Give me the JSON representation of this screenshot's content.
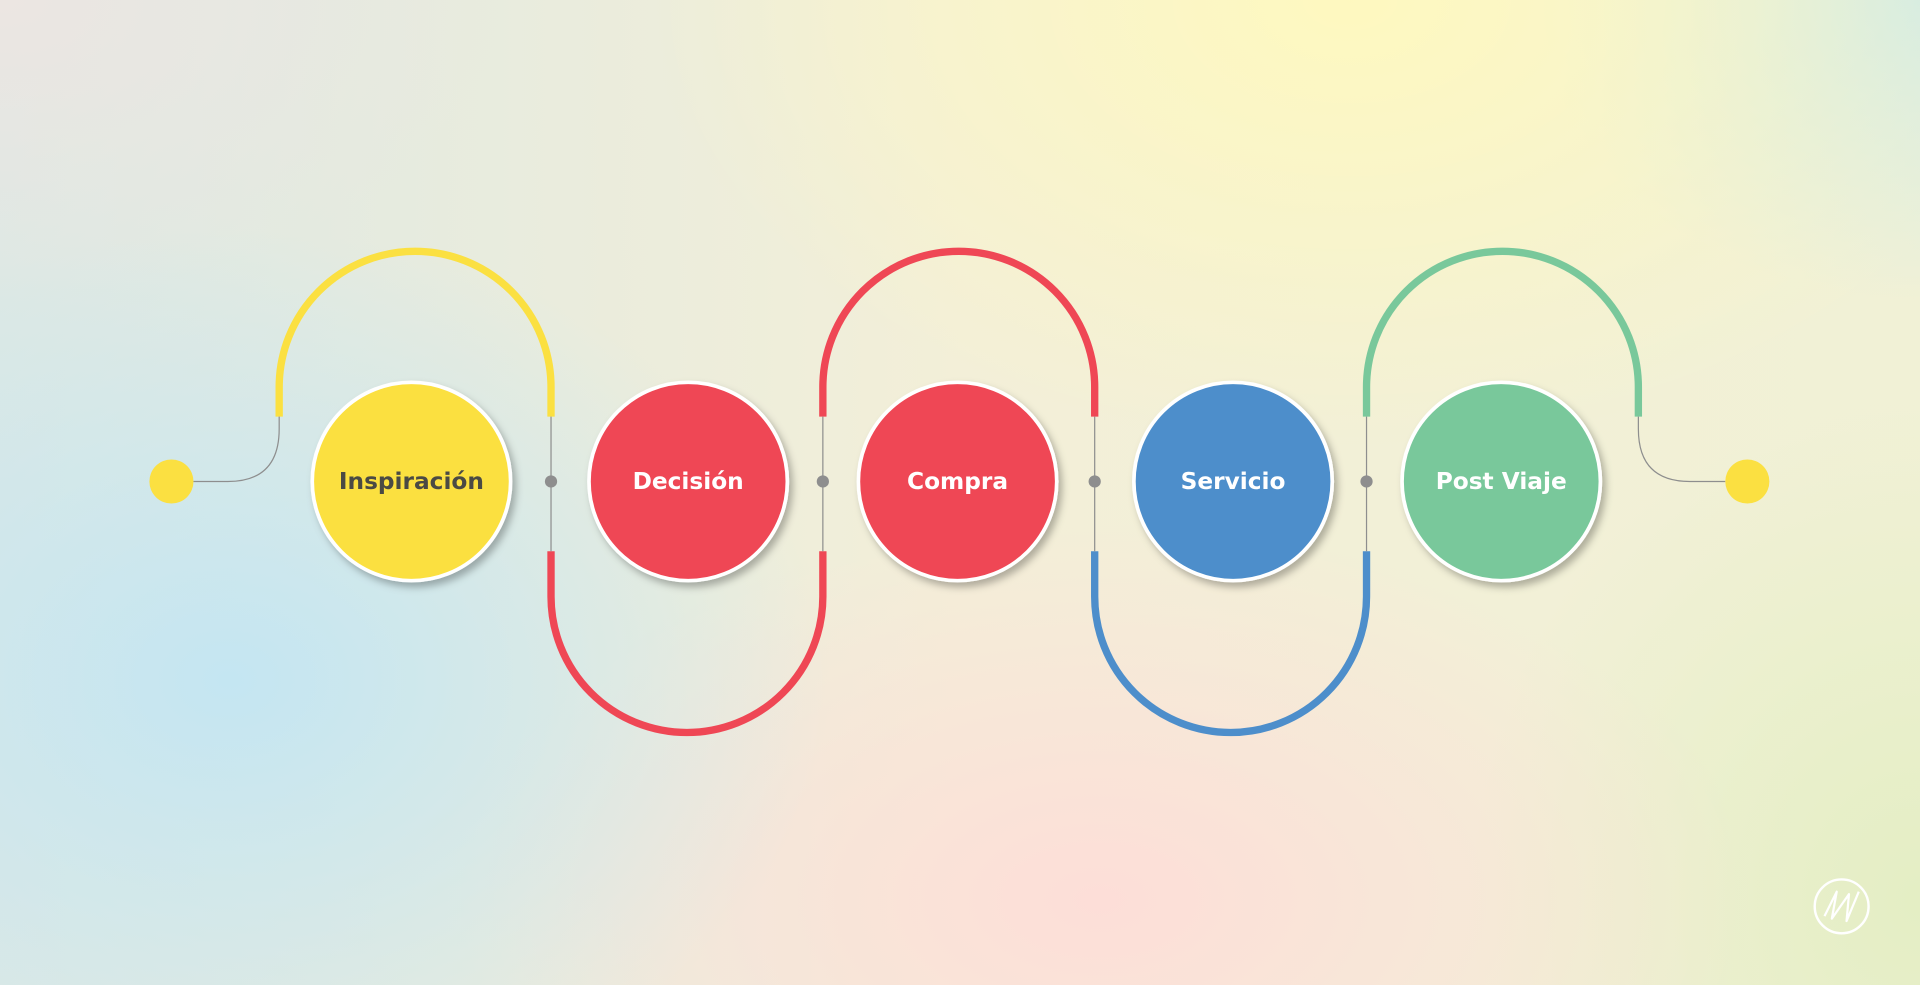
{
  "stages": [
    {
      "label": "Inspiración",
      "color": "#FBE041",
      "text_color": "#4a4a44"
    },
    {
      "label": "Decisión",
      "color": "#EF4755",
      "text_color": "#ffffff"
    },
    {
      "label": "Compra",
      "color": "#EF4755",
      "text_color": "#ffffff"
    },
    {
      "label": "Servicio",
      "color": "#4D8ECB",
      "text_color": "#ffffff"
    },
    {
      "label": "Post Viaje",
      "color": "#79C89B",
      "text_color": "#ffffff"
    }
  ],
  "arcs": [
    {
      "color": "#FBE041"
    },
    {
      "color": "#EF4755"
    },
    {
      "color": "#EF4755"
    },
    {
      "color": "#4D8ECB"
    },
    {
      "color": "#79C89B"
    }
  ],
  "endpoint_color": "#FBE041",
  "connector_color": "#8e8e8e",
  "logo": {
    "name": "AV monogram logo",
    "text": "AV"
  }
}
